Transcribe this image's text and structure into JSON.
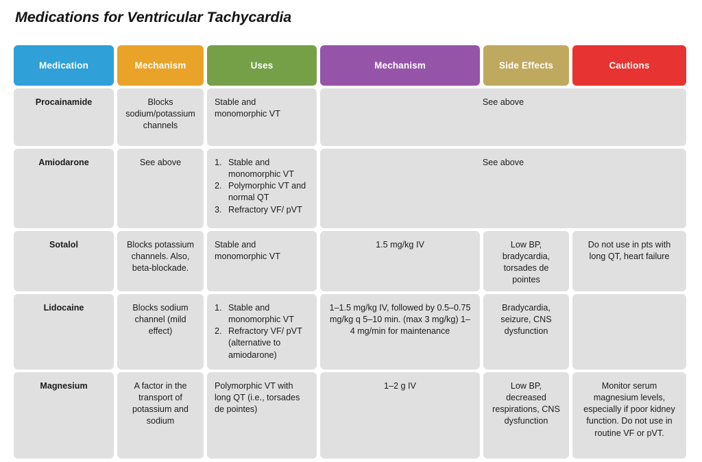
{
  "page": {
    "title": "Medications for Ventricular Tachycardia",
    "background": "#ffffff"
  },
  "colors": {
    "medication": "#2fa0d8",
    "mechanism": "#e8a328",
    "uses": "#76a048",
    "dose_mechanism": "#9654a8",
    "side_effects": "#bfa95f",
    "cautions": "#e73331",
    "cell_bg": "#e0e0e0",
    "cell_text": "#1b1b1b",
    "header_text": "#ffffff"
  },
  "table": {
    "headers": [
      {
        "label": "Medication",
        "key": "medication"
      },
      {
        "label": "Mechanism",
        "key": "mechanism"
      },
      {
        "label": "Uses",
        "key": "uses"
      },
      {
        "label": "Mechanism",
        "key": "dose_mechanism"
      },
      {
        "label": "Side Effects",
        "key": "side_effects"
      },
      {
        "label": "Cautions",
        "key": "cautions"
      }
    ],
    "rows": [
      {
        "medication": "Procainamide",
        "mechanism": "Blocks sodium/potassium channels",
        "uses": "Stable and monomorphic VT",
        "merged_note": "See above"
      },
      {
        "medication": "Amiodarone",
        "mechanism": "See above",
        "uses_list": [
          "Stable and monomorphic VT",
          "Polymorphic VT and normal QT",
          "Refractory VF/ pVT"
        ],
        "merged_note": "See above"
      },
      {
        "medication": "Sotalol",
        "mechanism": "Blocks potassium channels. Also, beta-blockade.",
        "uses": "Stable and monomorphic VT",
        "dose_mechanism": "1.5 mg/kg IV",
        "side_effects": "Low BP, bradycardia, torsades de pointes",
        "cautions": "Do not use in pts with long QT, heart failure"
      },
      {
        "medication": "Lidocaine",
        "mechanism": "Blocks sodium channel (mild effect)",
        "uses_list": [
          "Stable and monomorphic VT",
          "Refractory VF/ pVT (alternative to amiodarone)"
        ],
        "dose_mechanism": "1–1.5 mg/kg IV, followed by 0.5–0.75 mg/kg q 5–10 min. (max 3 mg/kg) 1–4 mg/min for maintenance",
        "side_effects": "Bradycardia, seizure, CNS dysfunction",
        "cautions": ""
      },
      {
        "medication": "Magnesium",
        "mechanism": "A factor in the transport of potassium and sodium",
        "uses": "Polymorphic VT with long QT (i.e., torsades de pointes)",
        "dose_mechanism": "1–2 g IV",
        "side_effects": "Low BP, decreased respirations, CNS dysfunction",
        "cautions": "Monitor serum magnesium levels, especially if poor kidney function. Do not use in routine VF or pVT."
      }
    ]
  }
}
